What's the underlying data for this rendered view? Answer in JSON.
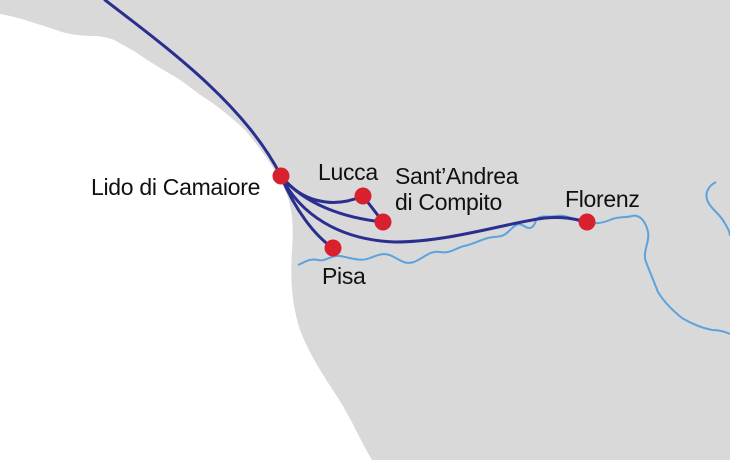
{
  "map": {
    "colors": {
      "sea": "#ffffff",
      "land": "#d9d9d9",
      "river": "#5da2dc",
      "route": "#2a2f8f",
      "stop": "#d8202f"
    },
    "places": {
      "lido": {
        "name": "Lido di Camaiore"
      },
      "lucca": {
        "name": "Lucca"
      },
      "santandrea": {
        "line1": "Sant’Andrea",
        "line2": "di Compito"
      },
      "florenz": {
        "name": "Florenz"
      },
      "pisa": {
        "name": "Pisa"
      }
    }
  }
}
